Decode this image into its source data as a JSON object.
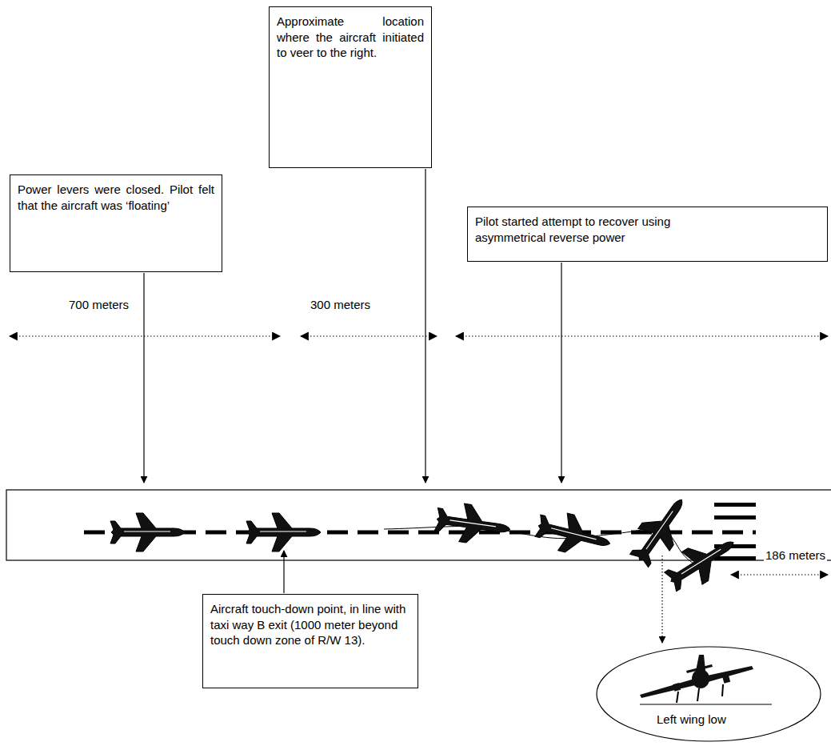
{
  "diagram": {
    "nodes": [
      {
        "text": [
          "Power levers were closed. Pilot felt that the aircraft was ‘floating’"
        ]
      },
      {
        "text": [
          "Approximate location where the aircraft initiated to veer to the right."
        ]
      },
      {
        "text": [
          "Pilot started attempt to recover using asymmetrical reverse power"
        ]
      },
      {
        "text": [
          "Aircraft touch-down point, in line with taxi way B exit (1000 meter beyond touch down zone of R/W 13)."
        ]
      },
      {
        "text": [
          "Left wing low"
        ]
      }
    ],
    "labels": [
      "700 meters",
      "300 meters",
      "186 meters"
    ]
  }
}
